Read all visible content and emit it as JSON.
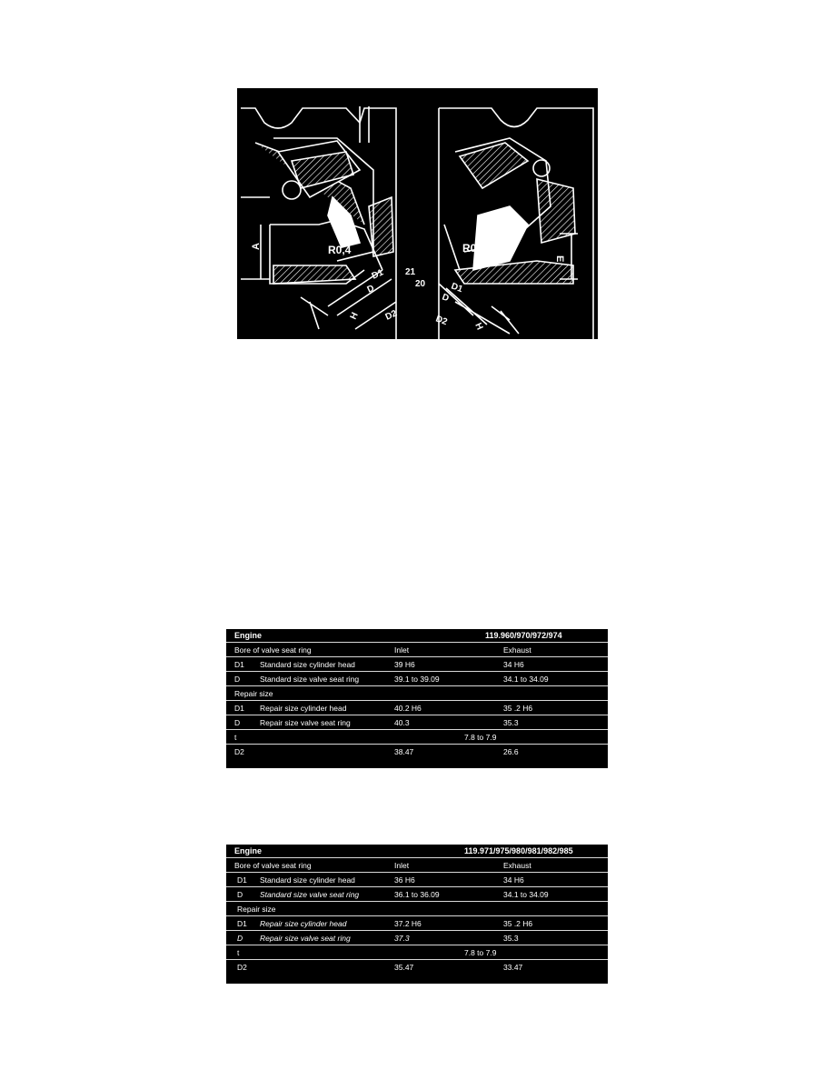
{
  "figure": {
    "labels": {
      "A": "A",
      "E": "E",
      "radius_left": "R0,4",
      "radius_right": "R0,4",
      "D1_left": "D1",
      "D_left": "D",
      "D2_left": "D2",
      "H_left": "H",
      "angle_21": "21",
      "angle_20": "20",
      "D1_right": "D1",
      "D_right": "D",
      "D2_right": "D2",
      "H_right": "H"
    }
  },
  "tables": [
    {
      "engine_label": "Engine",
      "engine_value": "119.960/970/972/974",
      "bore_label": "Bore of valve seat ring",
      "col_inlet": "Inlet",
      "col_exhaust": "Exhaust",
      "rows": [
        {
          "code": "D1",
          "desc": "Standard size cylinder head",
          "inlet": "39 H6",
          "exhaust": "34 H6"
        },
        {
          "code": "D",
          "desc": "Standard size valve seat ring",
          "inlet": "39.1 to 39.09",
          "exhaust": "34.1 to 34.09"
        }
      ],
      "repair_label": "Repair size",
      "repair_rows": [
        {
          "code": "D1",
          "desc": "Repair size cylinder head",
          "inlet": "40.2 H6",
          "exhaust": "35 .2 H6"
        },
        {
          "code": "D",
          "desc": "Repair size valve seat ring",
          "inlet": "40.3",
          "exhaust": "35.3"
        }
      ],
      "t_label": "t",
      "t_value": "7.8 to 7.9",
      "d2_label": "D2",
      "d2_inlet": "38.47",
      "d2_exhaust": "26.6"
    },
    {
      "engine_label": "Engine",
      "engine_value": "119.971/975/980/981/982/985",
      "bore_label": "Bore of valve seat ring",
      "col_inlet": "Inlet",
      "col_exhaust": "Exhaust",
      "rows": [
        {
          "code": "D1",
          "desc": "Standard size cylinder head",
          "inlet": "36 H6",
          "exhaust": "34 H6"
        },
        {
          "code": "D",
          "desc": "Standard size valve seat ring",
          "inlet": "36.1 to 36.09",
          "exhaust": "34.1 to 34.09"
        }
      ],
      "repair_label": "Repair size",
      "repair_rows": [
        {
          "code": "D1",
          "desc": "Repair size cylinder head",
          "inlet": "37.2 H6",
          "exhaust": "35 .2 H6"
        },
        {
          "code": "D",
          "desc": "Repair size valve seat ring",
          "inlet": "37.3",
          "exhaust": "35.3"
        }
      ],
      "t_label": "t",
      "t_value": "7.8 to 7.9",
      "d2_label": "D2",
      "d2_inlet": "35.47",
      "d2_exhaust": "33.47"
    }
  ]
}
